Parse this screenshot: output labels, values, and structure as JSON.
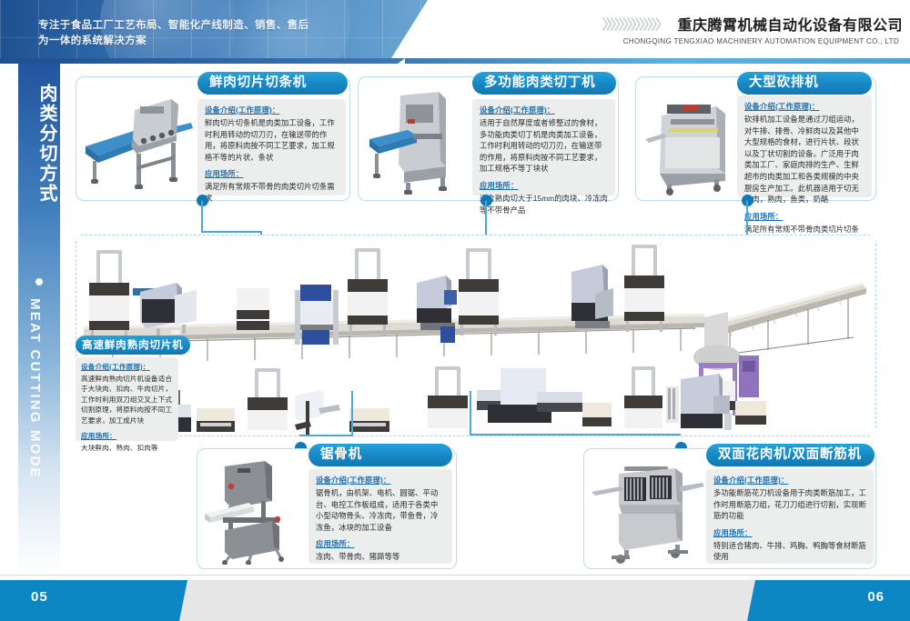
{
  "header": {
    "slogan_line1": "专注于食品工厂工艺布局、智能化产线制造、销售、售后",
    "slogan_line2": "为一体的系统解决方案",
    "chevrons": "〉〉〉〉〉〉〉〉〉〉〉〉〉〉",
    "company_cn": "重庆腾霄机械自动化设备有限公司",
    "company_en": "CHONGQING TENGXIAO MACHINERY AUTOMATION EQUIPMENT CO., LTD"
  },
  "sidebar": {
    "title_cn": "肉类分切方式",
    "title_en": "MEAT CUTTING MODE"
  },
  "labels": {
    "intro_heading": "设备介绍(工作原理)：",
    "usage_heading": "应用场所："
  },
  "cards": [
    {
      "id": "card-fresh-meat-slicer-stripper",
      "title": "鲜肉切片切条机",
      "intro": "鲜肉切片切条机是肉类加工设备，工作时利用转动的切刀刃，在输送带的作用，将原料肉按不同工艺要求，加工规格不等的片状、条状",
      "usage": "满足所有常规不带骨的肉类切片切条需求"
    },
    {
      "id": "card-multifunction-dicer",
      "title": "多功能肉类切丁机",
      "intro": "适用于自然厚度或者修整过的食材，多功能肉类切丁机是肉类加工设备，工作时利用转动的切刀刃，在输送带的作用，将原料肉按不同工艺要求，加工规格不等丁块状",
      "usage": "适合熟肉切大于15mm的肉块、冷冻肉等不带骨产品"
    },
    {
      "id": "card-large-chop-cutter",
      "title": "大型砍排机",
      "intro": "砍排机加工设备是通过刀组运动，对牛排、排骨、冷鲜肉以及其他中大型规格的食材，进行片状、段状以及丁状切割的设备。广泛用于肉类加工厂、家庭肉排的生产、生鲜超市的肉类加工和各类规模的中央厨房生产加工。此机器适用于切无骨肉，熟肉，鱼类，奶酪",
      "usage": "满足所有常规不带骨肉类切片切条需求"
    },
    {
      "id": "card-high-speed-slicer",
      "title": "高速鲜肉熟肉切片机",
      "intro": "高速鲜肉熟肉切片机设备适合于大块肉、扣肉、牛肉切片，工作时利用双刀组交叉上下式切割原理，将原料肉按不同工艺要求，加工成片块",
      "usage": "大块鲜肉、熟肉、扣肉等"
    },
    {
      "id": "card-bone-saw",
      "title": "锯骨机",
      "intro": "锯骨机，由机架、电机、圆锯、平动台、电控工作板组成，适用于各类中小型动物骨头、冷冻肉，带鱼骨，冷冻鱼，冰块的加工设备",
      "usage": "冻肉、带骨肉、猪蹄等等"
    },
    {
      "id": "card-double-side-tenderizer",
      "title": "双面花肉机/双面断筋机",
      "intro": "多功能断筋花刀机设备用于肉类断筋加工，工作时用断筋刀组，花刀刀组进行切割，实现断筋的功能",
      "usage": "特别适合猪肉、牛排、鸡胸、鸭胸等食材断筋使用"
    }
  ],
  "footer": {
    "page_left": "05",
    "page_right": "06"
  },
  "colors": {
    "brand_blue": "#1179b4",
    "accent_cyan": "#25a2dc",
    "header_dark": "#1f4f8f",
    "connector": "#49a8dc",
    "card_body_bg": "#eceded"
  }
}
